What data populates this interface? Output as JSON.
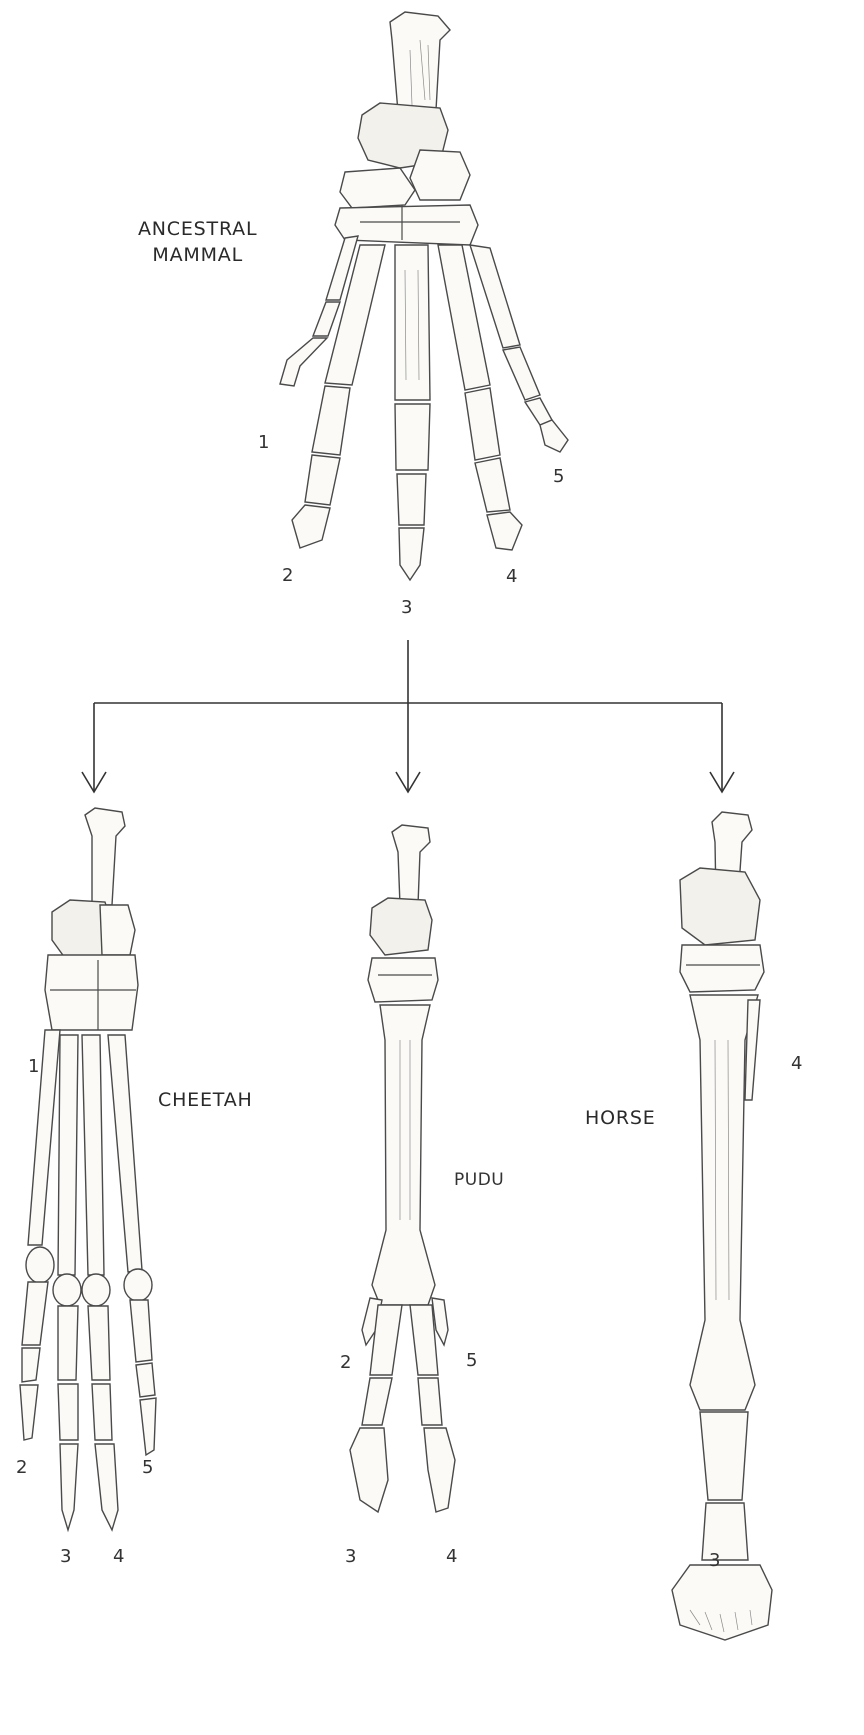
{
  "ancestral": {
    "title_line1": "ANCESTRAL",
    "title_line2": "MAMMAL",
    "digits": [
      "1",
      "2",
      "3",
      "4",
      "5"
    ]
  },
  "cheetah": {
    "title": "CHEETAH",
    "digits": [
      "1",
      "2",
      "3",
      "4",
      "5"
    ]
  },
  "pudu": {
    "title": "PUDU",
    "digits": [
      "2",
      "5",
      "3",
      "4"
    ]
  },
  "horse": {
    "title": "HORSE",
    "digits": [
      "4",
      "3"
    ]
  }
}
